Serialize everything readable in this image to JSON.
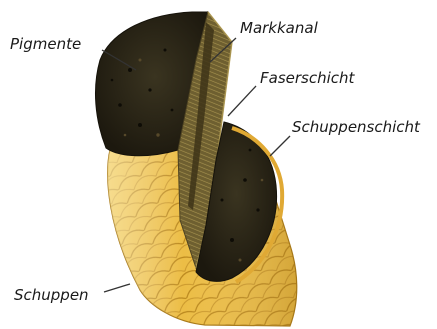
{
  "diagram": {
    "labels": {
      "pigmente": "Pigmente",
      "markkanal": "Markkanal",
      "faserschicht": "Faserschicht",
      "schuppenschicht": "Schuppenschicht",
      "schuppen": "Schuppen"
    },
    "colors": {
      "cortex_dark": "#2b2616",
      "cuticle_gold": "#e8b63a",
      "cuticle_light": "#f6dc84",
      "cuticle_shadow": "#b9861c",
      "fiber_brown": "#7a6a38",
      "leader_line": "#333333"
    }
  }
}
